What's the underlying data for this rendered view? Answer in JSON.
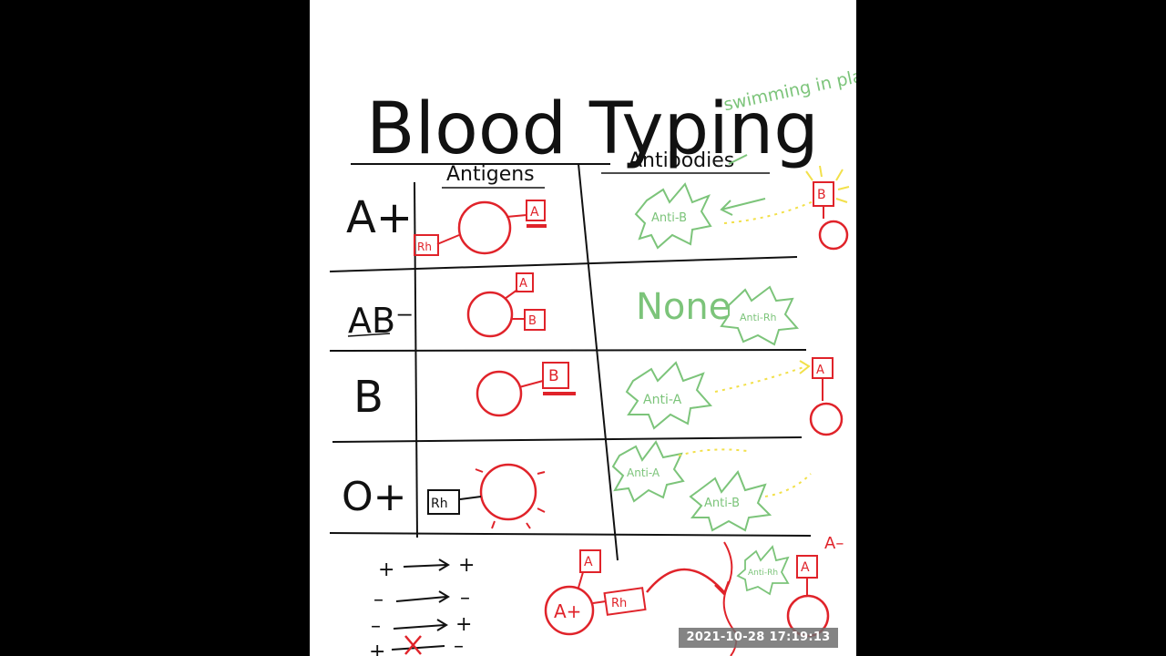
{
  "title": "Blood Typing",
  "headers": {
    "antigens": "Antigens",
    "antibodies": "Antibodies"
  },
  "note": "swimming in plasma",
  "rows": [
    {
      "type": "A+",
      "antigen_tags": [
        "Rh",
        "A"
      ],
      "antibody_labels": [
        "Anti-B"
      ]
    },
    {
      "type": "AB⁻",
      "antigen_tags": [
        "A",
        "B"
      ],
      "antibody_labels": [
        "None",
        "Anti-Rh"
      ]
    },
    {
      "type": "B",
      "antigen_tags": [
        "B"
      ],
      "antibody_labels": [
        "Anti-A"
      ]
    },
    {
      "type": "O+",
      "antigen_tags": [
        "Rh"
      ],
      "antibody_labels": [
        "Anti-A",
        "Anti-B"
      ]
    }
  ],
  "side_cells": [
    {
      "tag": "B"
    },
    {
      "tag": "A"
    }
  ],
  "rules": [
    {
      "from": "+",
      "to": "+"
    },
    {
      "from": "–",
      "to": "–"
    },
    {
      "from": "–",
      "to": "+"
    },
    {
      "from": "+",
      "to": "–",
      "crossed": true
    }
  ],
  "bottom_example": {
    "donor_type": "A+",
    "donor_tags": [
      "A",
      "Rh"
    ],
    "recipient_tag": "A",
    "recipient_type": "A–",
    "antibody_label": "Anti-Rh"
  },
  "timestamp": "2021-10-28  17:19:13",
  "colors": {
    "red": "#e0232a",
    "green": "#7cc47a",
    "yellow": "#f2e04a",
    "ink": "#111111"
  }
}
